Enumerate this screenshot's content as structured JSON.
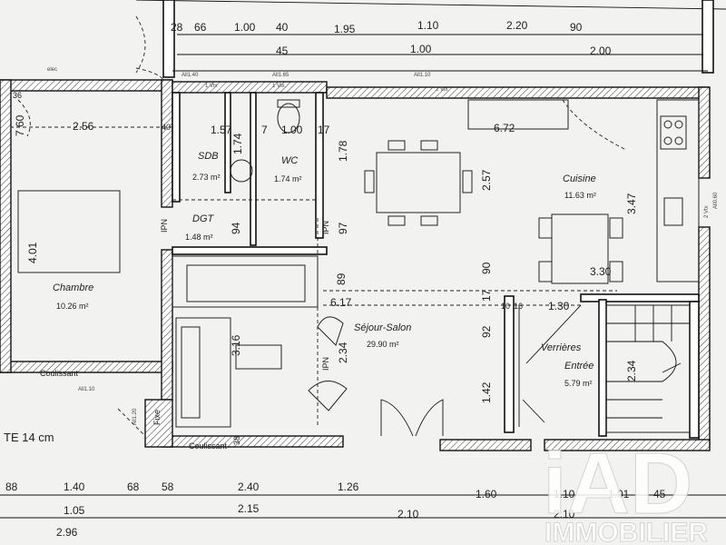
{
  "rooms": {
    "chambre": {
      "name": "Chambre",
      "area": "10.26 m²"
    },
    "sdb": {
      "name": "SDB",
      "area": "2.73 m²"
    },
    "wc": {
      "name": "WC",
      "area": "1.74 m²"
    },
    "dgt": {
      "name": "DGT",
      "area": "1.48 m²"
    },
    "cuisine": {
      "name": "Cuisine",
      "area": "11.63 m²"
    },
    "sejour": {
      "name": "Séjour-Salon",
      "area": "29.90 m²"
    },
    "entree": {
      "name": "Entrée",
      "area": "5.79 m²"
    },
    "verrieres": "Verrières"
  },
  "top_dims": {
    "d28": "28",
    "d66": "66",
    "d100a": "1.00",
    "d40": "40",
    "d195": "1.95",
    "d110": "1.10",
    "d220": "2.20",
    "d90": "90",
    "d45": "45",
    "d100b": "1.00",
    "d200": "2.00"
  },
  "interior_dims": {
    "d36": "36",
    "d760": "7 60",
    "d256": "2.56",
    "d40b": "40",
    "d157": "1.57",
    "d174": "1.74",
    "d7": "7",
    "d100c": "1.00",
    "d17a": "17",
    "d178": "1.78",
    "d672": "6.72",
    "d257": "2.57",
    "d347": "3.47",
    "d94": "94",
    "d97": "97",
    "d401": "4.01",
    "d90b": "90",
    "d89": "89",
    "d330": "3.30",
    "d617": "6.17",
    "d17b": "17",
    "d10": "10",
    "d16": "16",
    "d130": "1.30",
    "d316": "3.16",
    "d92": "92",
    "d234a": "2.34",
    "d234b": "2.34",
    "d142": "1.42",
    "d38": "38"
  },
  "bottom_dims": {
    "d88": "88",
    "d140": "1.40",
    "d68": "68",
    "d58": "58",
    "d240": "2.40",
    "d126": "1.26",
    "d160": "1.60",
    "d110b": "1.10",
    "d101": "1.01",
    "d45b": "45",
    "d105": "1.05",
    "d215": "2.15",
    "d210a": "2.10",
    "d210b": "2.10",
    "d296": "2.96"
  },
  "labels": {
    "wall_thickness": "TE 14 cm",
    "coulissant": "Coulissant",
    "coulissant_left": "Coulissant",
    "fixe": "Fixe",
    "ipn": "IPN",
    "elec": "elec",
    "vtx1": "1 Vtx",
    "vtx2": "1 Vtx",
    "vtx3": "2 Vtx",
    "vtx4": "2 Vtx",
    "all_140": "All1.40",
    "all_165": "All1.65",
    "all_110a": "All1.10",
    "all_110b": "All1.10",
    "all_120": "All1.20",
    "all_060": "All0.60"
  },
  "watermark": {
    "logo": "iAD",
    "text": "IMMOBILIER"
  }
}
